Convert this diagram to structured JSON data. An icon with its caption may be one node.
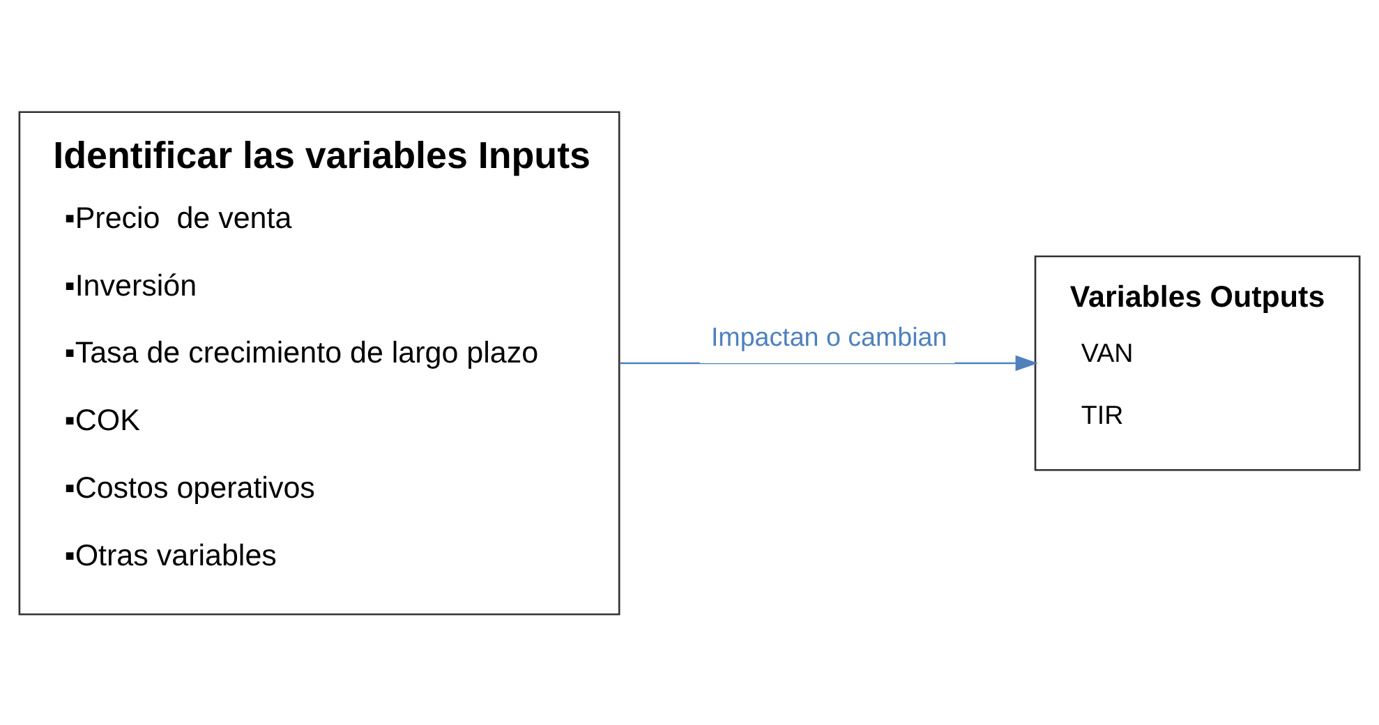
{
  "diagram": {
    "nodes": [
      {
        "text": [
          "Identificar las variables Inputs",
          "▪Precio  de venta",
          "▪Inversión",
          "▪Tasa de crecimiento de largo plazo",
          "▪COK",
          "▪Costos operativos",
          "▪Otras variables"
        ]
      },
      {
        "text": [
          "Variables Outputs",
          "VAN",
          "TIR"
        ]
      }
    ],
    "edges": [
      {
        "from": 0,
        "to": 1,
        "arrow": "to",
        "label": "Impactan o cambian",
        "color": "#4f81bd"
      }
    ]
  }
}
